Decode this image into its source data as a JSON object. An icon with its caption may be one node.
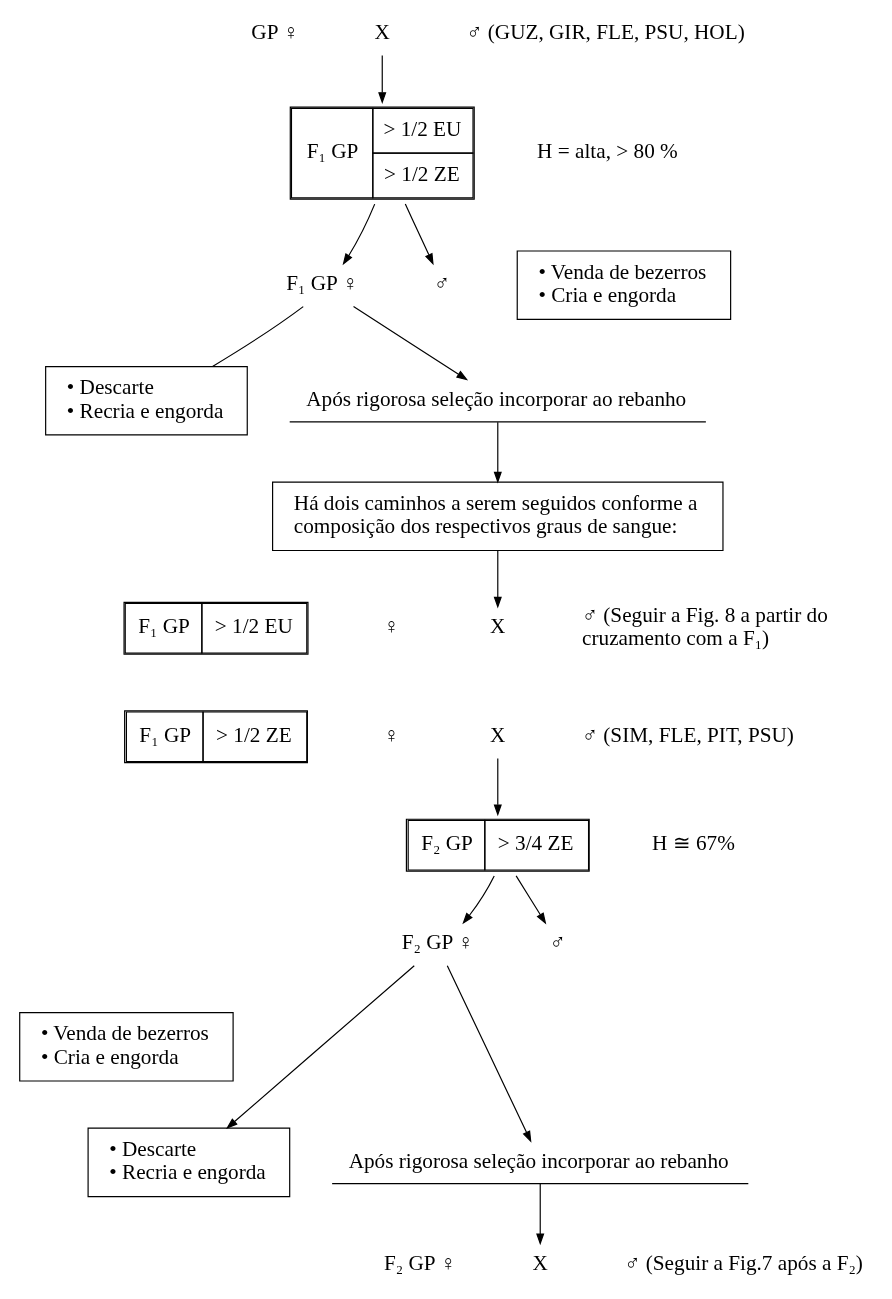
{
  "diagram": {
    "nodes": [
      {
        "text": [
          "GP ♀"
        ]
      },
      {
        "text": [
          "X"
        ]
      },
      {
        "text": [
          "♂ (GUZ, GIR, FLE, PSU, HOL)"
        ]
      },
      {
        "text": [
          "F₁ GP",
          "> 1/2 EU",
          "> 1/2 ZE"
        ],
        "beside": [
          "H = alta, > 80 %"
        ]
      },
      {
        "text": [
          "F₁ GP ♀"
        ]
      },
      {
        "text": [
          "♂"
        ]
      },
      {
        "text": [
          "• Venda de bezerros",
          "• Cria e engorda"
        ]
      },
      {
        "text": [
          "• Descarte",
          "• Recria e engorda"
        ]
      },
      {
        "text": [
          "Após rigorosa seleção incorporar ao rebanho"
        ]
      },
      {
        "text": [
          "Há dois caminhos a serem seguidos conforme a composição dos respectivos graus de sangue:"
        ]
      },
      {
        "text": [
          "F₁ GP",
          "> 1/2 EU"
        ]
      },
      {
        "text": [
          "♀"
        ]
      },
      {
        "text": [
          "X"
        ]
      },
      {
        "text": [
          "♂ (Seguir a Fig. 8 a partir do cruzamento com a F₁)"
        ]
      },
      {
        "text": [
          "F₁ GP",
          "> 1/2 ZE"
        ]
      },
      {
        "text": [
          "♀"
        ]
      },
      {
        "text": [
          "X"
        ]
      },
      {
        "text": [
          "♂ (SIM, FLE, PIT, PSU)"
        ]
      },
      {
        "text": [
          "F₂ GP",
          "> 3/4 ZE"
        ],
        "beside": [
          "H ≅ 67%"
        ]
      },
      {
        "text": [
          "F₂ GP ♀"
        ]
      },
      {
        "text": [
          "♂"
        ]
      },
      {
        "text": [
          "• Venda de bezerros",
          "• Cria e engorda"
        ]
      },
      {
        "text": [
          "• Descarte",
          "• Recria e engorda"
        ]
      },
      {
        "text": [
          "Após rigorosa seleção incorporar ao rebanho"
        ]
      },
      {
        "text": [
          "F₂ GP ♀"
        ]
      },
      {
        "text": [
          "X"
        ]
      },
      {
        "text": [
          "♂ (Seguir a Fig.7 após a F₂)"
        ]
      }
    ],
    "edges": [
      {
        "from": 1,
        "to": 3,
        "arrow": "to"
      },
      {
        "from": 3,
        "to": 4,
        "arrow": "to"
      },
      {
        "from": 3,
        "to": 5,
        "arrow": "to"
      },
      {
        "from": 4,
        "to": 7,
        "arrow": "none"
      },
      {
        "from": 4,
        "to": 8,
        "arrow": "to"
      },
      {
        "from": 8,
        "to": 9,
        "arrow": "to"
      },
      {
        "from": 9,
        "to": 12,
        "arrow": "to"
      },
      {
        "from": 16,
        "to": 18,
        "arrow": "to"
      },
      {
        "from": 18,
        "to": 19,
        "arrow": "to"
      },
      {
        "from": 18,
        "to": 20,
        "arrow": "to"
      },
      {
        "from": 19,
        "to": 22,
        "arrow": "to"
      },
      {
        "from": 19,
        "to": 23,
        "arrow": "to"
      },
      {
        "from": 23,
        "to": 25,
        "arrow": "to"
      }
    ]
  }
}
